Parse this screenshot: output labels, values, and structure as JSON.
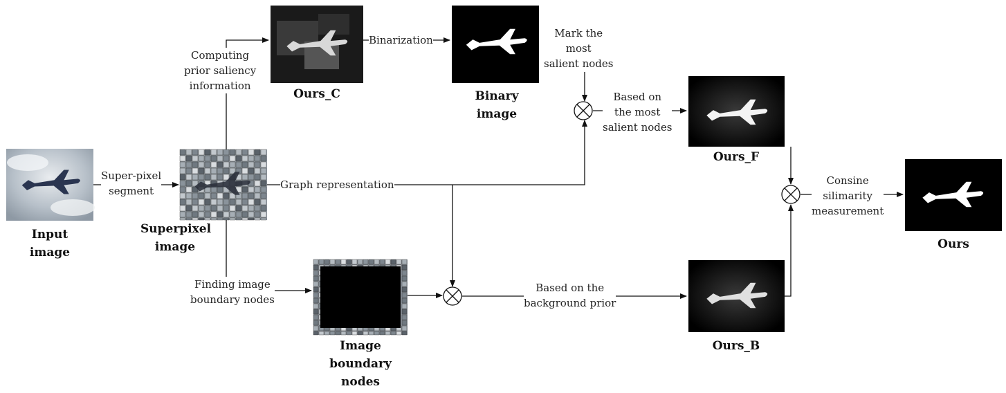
{
  "nodes": {
    "input_image": {
      "caption": [
        "Input",
        "image"
      ]
    },
    "superpixel_image": {
      "caption": [
        "Superpixel",
        "image"
      ]
    },
    "ours_c": {
      "caption": [
        "Ours_C"
      ]
    },
    "binary_image": {
      "caption": [
        "Binary",
        "image"
      ]
    },
    "ours_f": {
      "caption": [
        "Ours_F"
      ]
    },
    "ours_b": {
      "caption": [
        "Ours_B"
      ]
    },
    "ours": {
      "caption": [
        "Ours"
      ]
    },
    "boundary_nodes": {
      "caption": [
        "Image",
        "boundary",
        "nodes"
      ]
    }
  },
  "edges": {
    "superpixel_segment": [
      "Super-pixel",
      "segment"
    ],
    "computing_prior": [
      "Computing",
      "prior saliency",
      "information"
    ],
    "binarization": [
      "Binarization"
    ],
    "mark_salient": [
      "Mark the",
      "most",
      "salient nodes"
    ],
    "based_on_salient": [
      "Based on",
      "the most",
      "salient nodes"
    ],
    "graph_representation": [
      "Graph representation"
    ],
    "finding_boundary": [
      "Finding image",
      "boundary nodes"
    ],
    "based_on_background": [
      "Based on the",
      "background prior"
    ],
    "cosine_similarity": [
      "Consine",
      "silimarity",
      "measurement"
    ]
  }
}
